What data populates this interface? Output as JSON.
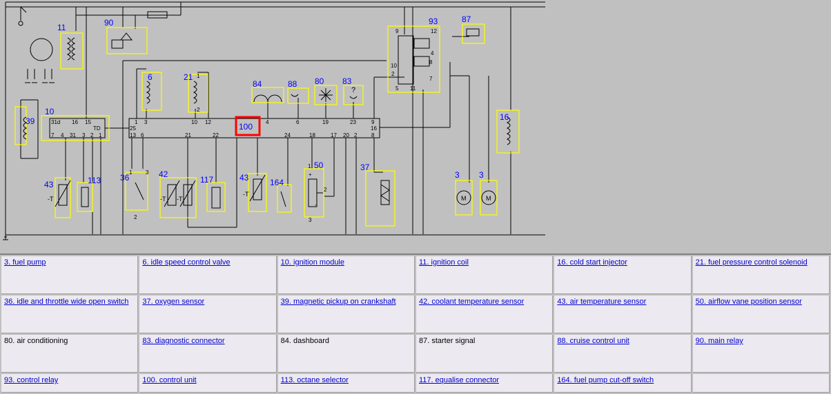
{
  "component_labels": [
    {
      "id": "c11",
      "text": "11"
    },
    {
      "id": "c90",
      "text": "90"
    },
    {
      "id": "c93",
      "text": "93"
    },
    {
      "id": "c87",
      "text": "87"
    },
    {
      "id": "c6",
      "text": "6"
    },
    {
      "id": "c21",
      "text": "21"
    },
    {
      "id": "c84",
      "text": "84"
    },
    {
      "id": "c88",
      "text": "88"
    },
    {
      "id": "c80",
      "text": "80"
    },
    {
      "id": "c83",
      "text": "83"
    },
    {
      "id": "c16",
      "text": "16"
    },
    {
      "id": "c10",
      "text": "10"
    },
    {
      "id": "c39",
      "text": "39"
    },
    {
      "id": "c100",
      "text": "100"
    },
    {
      "id": "c43a",
      "text": "43"
    },
    {
      "id": "c113",
      "text": "113"
    },
    {
      "id": "c36",
      "text": "36"
    },
    {
      "id": "c42",
      "text": "42"
    },
    {
      "id": "c117",
      "text": "117"
    },
    {
      "id": "c43b",
      "text": "43"
    },
    {
      "id": "c164",
      "text": "164"
    },
    {
      "id": "c50",
      "text": "50"
    },
    {
      "id": "c37",
      "text": "37"
    },
    {
      "id": "c3a",
      "text": "3"
    },
    {
      "id": "c3b",
      "text": "3"
    }
  ],
  "pin_labels": {
    "ecu_top": [
      "1",
      "3",
      "10",
      "12",
      "4",
      "6",
      "19",
      "23",
      "9",
      "16"
    ],
    "ecu_bottom": [
      "13",
      "6",
      "21",
      "22",
      "24",
      "18",
      "17",
      "20",
      "2",
      "8"
    ],
    "ecu_side": [
      "25"
    ],
    "module10": [
      "31d",
      "16",
      "15",
      "TD",
      "7",
      "4",
      "31",
      "3",
      "2",
      "1"
    ],
    "relay93": [
      "9",
      "12",
      "4",
      "10",
      "8",
      "2",
      "7",
      "5",
      "11"
    ],
    "misc": [
      "1",
      "3",
      "2",
      "1",
      "2",
      "3",
      "1",
      "2",
      "3",
      "+",
      "-",
      "?"
    ]
  },
  "symbols": {
    "minus_t": "-T",
    "motor": "M"
  },
  "legend": [
    [
      {
        "text": "3. fuel pump",
        "link": true
      },
      {
        "text": "6. idle speed control valve",
        "link": true
      },
      {
        "text": "10. ignition module",
        "link": true
      },
      {
        "text": "11. ignition coil",
        "link": true
      },
      {
        "text": "16. cold start injector",
        "link": true
      },
      {
        "text": "21. fuel pressure control solenoid",
        "link": true
      }
    ],
    [
      {
        "text": "36. idle and throttle wide open switch",
        "link": true
      },
      {
        "text": "37. oxygen sensor",
        "link": true
      },
      {
        "text": "39. magnetic pickup on crankshaft",
        "link": true
      },
      {
        "text": "42. coolant temperature sensor",
        "link": true
      },
      {
        "text": "43. air temperature sensor",
        "link": true
      },
      {
        "text": "50. airflow vane position sensor",
        "link": true
      }
    ],
    [
      {
        "text": "80. air conditioning",
        "link": false
      },
      {
        "text": "83. diagnostic connector",
        "link": true
      },
      {
        "text": "84. dashboard",
        "link": false
      },
      {
        "text": "87. starter signal",
        "link": false
      },
      {
        "text": "88. cruise control unit",
        "link": true
      },
      {
        "text": "90. main relay",
        "link": true
      }
    ],
    [
      {
        "text": "93. control relay",
        "link": true
      },
      {
        "text": "100. control unit",
        "link": true
      },
      {
        "text": "113. octane selector",
        "link": true
      },
      {
        "text": "117. equalise connector",
        "link": true
      },
      {
        "text": "164. fuel pump cut-off switch",
        "link": true
      },
      {
        "text": "",
        "link": false
      }
    ]
  ],
  "colors": {
    "wire": "#000000",
    "highlight": "#ffff00",
    "label": "#0000ff",
    "selected": "#ff0000",
    "background": "#c0c0c0",
    "cell": "#ece9f0",
    "link": "#0000cc"
  }
}
